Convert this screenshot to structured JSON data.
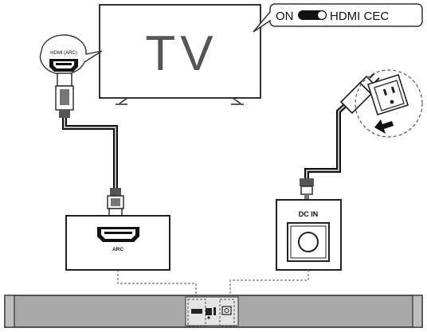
{
  "tv": {
    "label": "TV"
  },
  "cec_bubble": {
    "on_label": "ON",
    "feature_label": "HDMI CEC"
  },
  "tv_port": {
    "label": "HDMI (ARC)"
  },
  "soundbar_hdmi_panel": {
    "label": "ARC"
  },
  "soundbar_power_panel": {
    "label": "DC IN"
  },
  "icons": [
    "tv-icon",
    "toggle-switch-icon",
    "hdmi-cable-icon",
    "hdmi-port-icon",
    "power-adapter-icon",
    "wall-outlet-icon",
    "dc-jack-icon",
    "soundbar-icon",
    "insert-arrow-icon"
  ]
}
